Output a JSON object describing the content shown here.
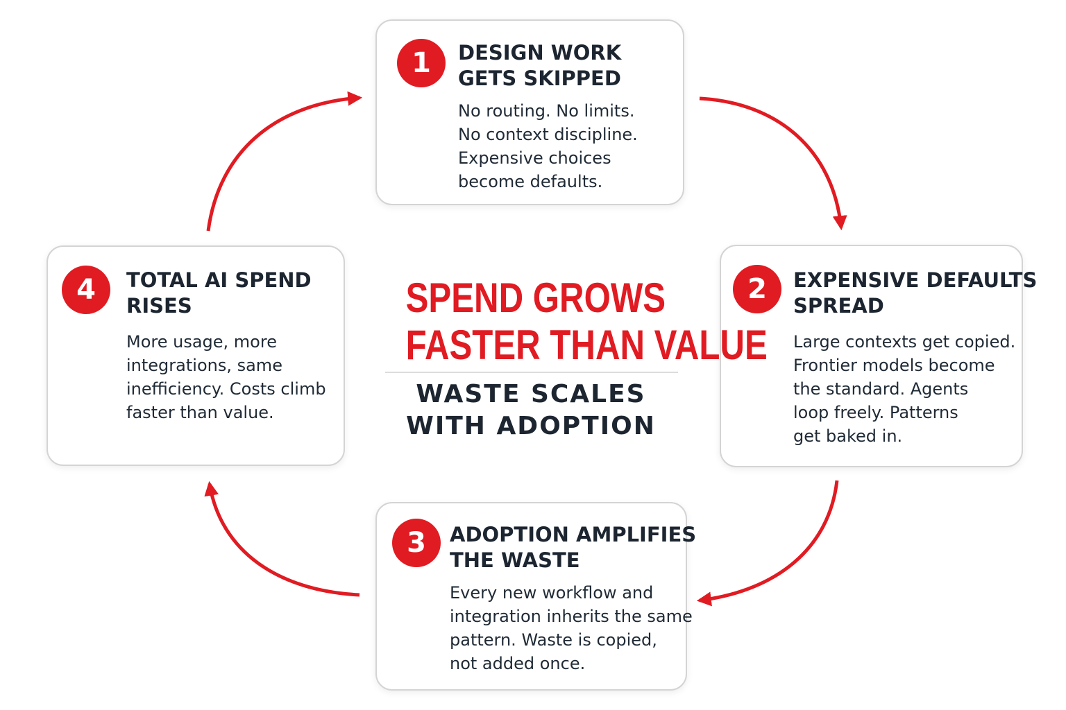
{
  "center": {
    "headline": [
      "SPEND GROWS",
      "FASTER THAN VALUE"
    ],
    "subheadline": [
      "WASTE SCALES",
      "WITH ADOPTION"
    ]
  },
  "steps": [
    {
      "number": "1",
      "title": [
        "DESIGN WORK",
        "GETS SKIPPED"
      ],
      "body": [
        "No routing. No limits.",
        "No context discipline.",
        "Expensive choices",
        "become defaults."
      ]
    },
    {
      "number": "2",
      "title": [
        "EXPENSIVE DEFAULTS",
        "SPREAD"
      ],
      "body": [
        "Large contexts get copied.",
        "Frontier models become",
        "the standard. Agents",
        "loop freely. Patterns",
        "get baked in."
      ]
    },
    {
      "number": "3",
      "title": [
        "ADOPTION AMPLIFIES",
        "THE WASTE"
      ],
      "body": [
        "Every new workflow and",
        "integration inherits the same",
        "pattern. Waste is copied,",
        "not added once."
      ]
    },
    {
      "number": "4",
      "title": [
        "TOTAL AI SPEND",
        "RISES"
      ],
      "body": [
        "More usage, more",
        "integrations, same",
        "inefficiency. Costs climb",
        "faster than value."
      ]
    }
  ],
  "colors": {
    "accent": "#e11b22",
    "text": "#1c2530",
    "card_border": "#d4d4d4"
  }
}
